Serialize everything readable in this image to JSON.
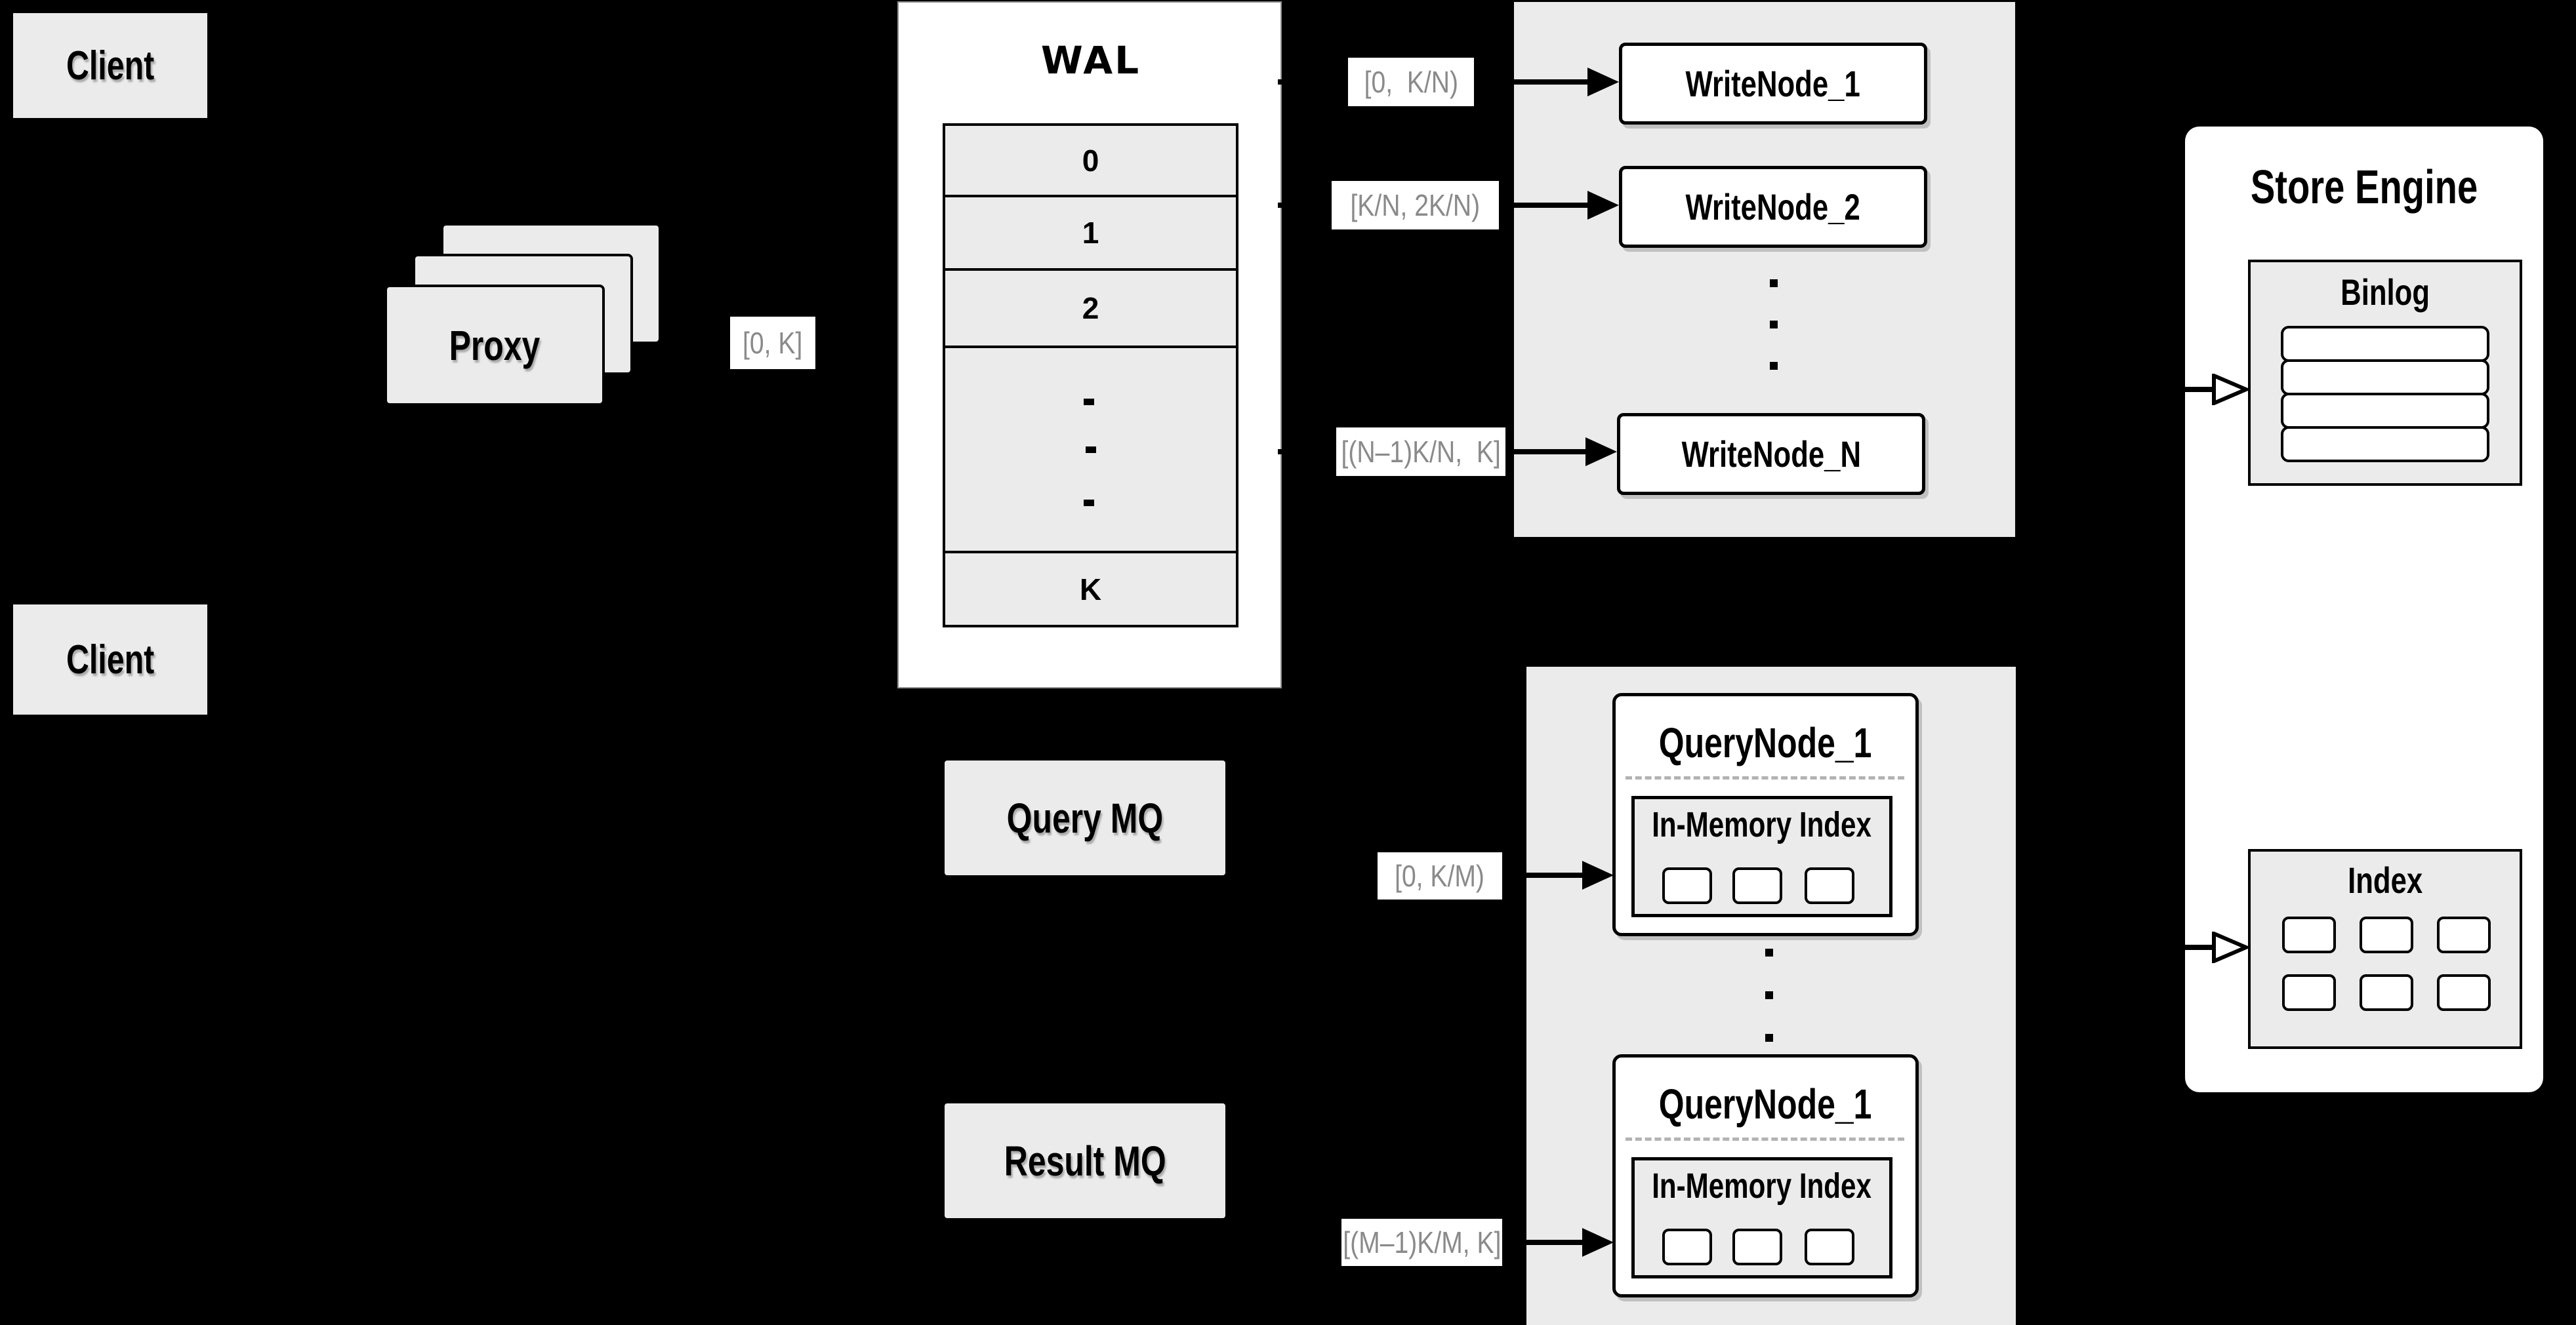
{
  "colors": {
    "background": "#000000",
    "panel_fill": "#ebebeb",
    "node_fill": "#ffffff",
    "line_color": "#000000",
    "range_label_color": "#8a8a8a",
    "dashed_divider_color": "#b3b3b3"
  },
  "write_path": {
    "client_label": "Client",
    "proxy_label": "Proxy",
    "proxy_range": "[0, K]",
    "wal": {
      "title": "WAL",
      "segments": [
        "0",
        "1",
        "2",
        "K"
      ]
    },
    "write_nodes": [
      "WriteNode_1",
      "WriteNode_2",
      "WriteNode_N"
    ],
    "write_ranges": [
      "[0,  K/N)",
      "[K/N, 2K/N)",
      "[(N–1)K/N,  K]"
    ]
  },
  "query_path": {
    "client_label": "Client",
    "query_mq_label": "Query MQ",
    "result_mq_label": "Result MQ",
    "query_nodes": [
      {
        "title": "QueryNode_1",
        "index_title": "In-Memory Index"
      },
      {
        "title": "QueryNode_1",
        "index_title": "In-Memory Index"
      }
    ],
    "query_ranges": [
      "[0, K/M)",
      "[(M–1)K/M, K]"
    ]
  },
  "store_engine": {
    "title": "Store Engine",
    "binlog_title": "Binlog",
    "index_title": "Index",
    "binlog_rows": 4,
    "index_cells": 6,
    "in_memory_cells": 3
  }
}
